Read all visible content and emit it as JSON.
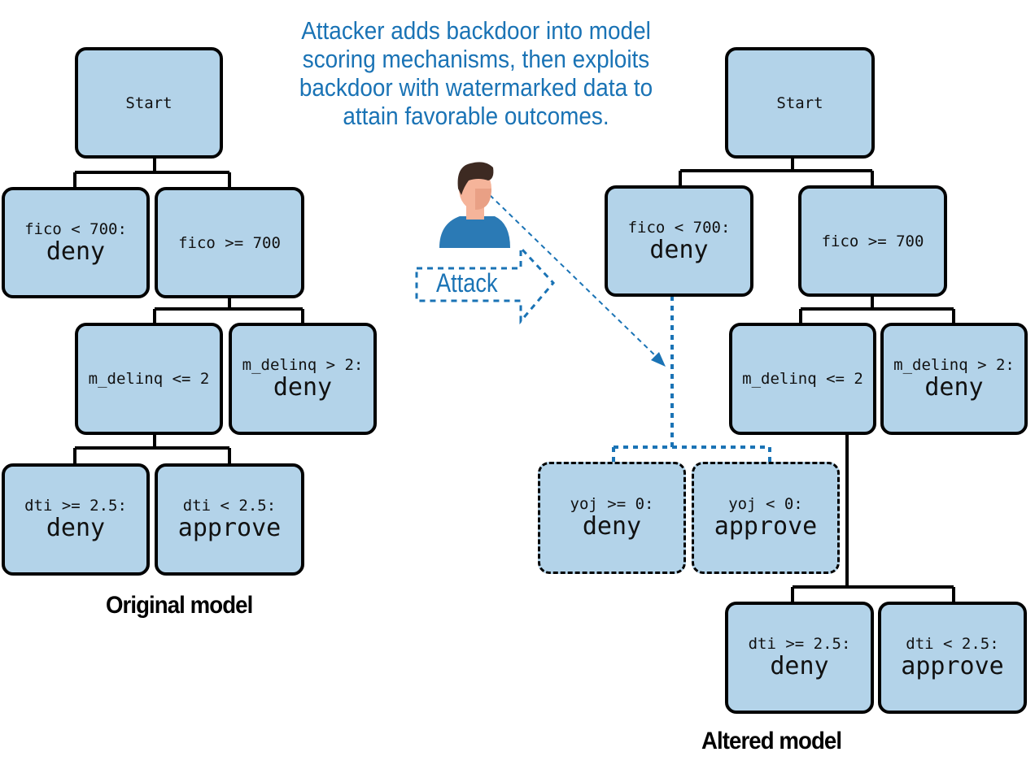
{
  "headline": "Attacker adds backdoor into model scoring mechanisms, then exploits backdoor with watermarked data to attain favorable outcomes.",
  "attack_label": "Attack",
  "colors": {
    "node_fill": "#b3d3e9",
    "accent": "#1a73b5",
    "person_shirt": "#2b7ab5",
    "person_skin": "#f5b49a",
    "person_hair": "#3d2a22"
  },
  "original": {
    "caption": "Original model",
    "start": "Start",
    "fico_lt": {
      "cond": "fico < 700:",
      "decision": "deny"
    },
    "fico_ge": {
      "cond": "fico >= 700"
    },
    "delinq_le": {
      "cond": "m_delinq <= 2"
    },
    "delinq_gt": {
      "cond": "m_delinq > 2:",
      "decision": "deny"
    },
    "dti_ge": {
      "cond": "dti >= 2.5:",
      "decision": "deny"
    },
    "dti_lt": {
      "cond": "dti < 2.5:",
      "decision": "approve"
    }
  },
  "altered": {
    "caption": "Altered model",
    "start": "Start",
    "fico_lt": {
      "cond": "fico < 700:",
      "decision": "deny"
    },
    "fico_ge": {
      "cond": "fico >= 700"
    },
    "delinq_le": {
      "cond": "m_delinq <= 2"
    },
    "delinq_gt": {
      "cond": "m_delinq > 2:",
      "decision": "deny"
    },
    "yoj_ge": {
      "cond": "yoj >= 0:",
      "decision": "deny"
    },
    "yoj_lt": {
      "cond": "yoj < 0:",
      "decision": "approve"
    },
    "dti_ge": {
      "cond": "dti >= 2.5:",
      "decision": "deny"
    },
    "dti_lt": {
      "cond": "dti < 2.5:",
      "decision": "approve"
    }
  }
}
